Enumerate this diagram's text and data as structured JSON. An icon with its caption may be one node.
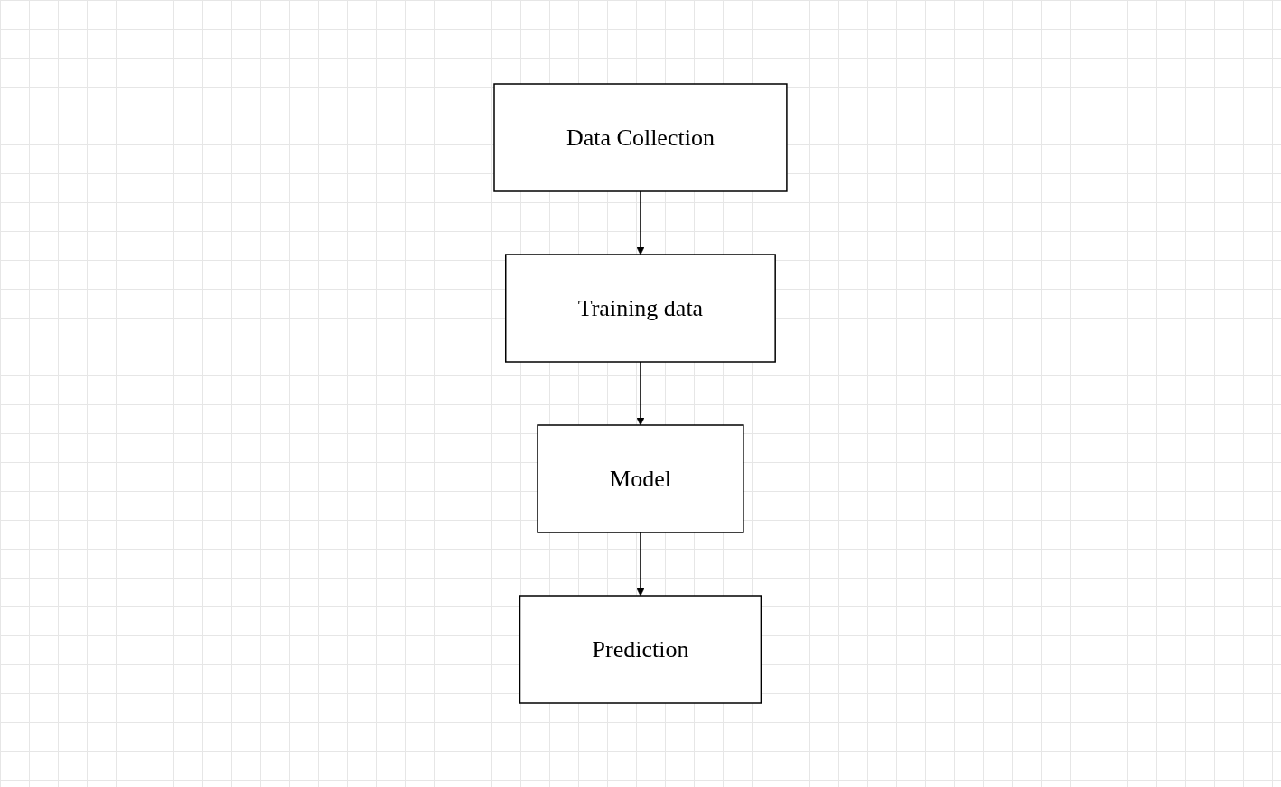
{
  "diagram": {
    "nodes": [
      {
        "text": [
          "Data Collection"
        ]
      },
      {
        "text": [
          "Training data"
        ]
      },
      {
        "text": [
          "Model"
        ]
      },
      {
        "text": [
          "Prediction"
        ]
      }
    ],
    "edges": [
      {
        "from": 0,
        "to": 1,
        "arrow": "to"
      },
      {
        "from": 1,
        "to": 2,
        "arrow": "to"
      },
      {
        "from": 2,
        "to": 3,
        "arrow": "to"
      }
    ]
  }
}
